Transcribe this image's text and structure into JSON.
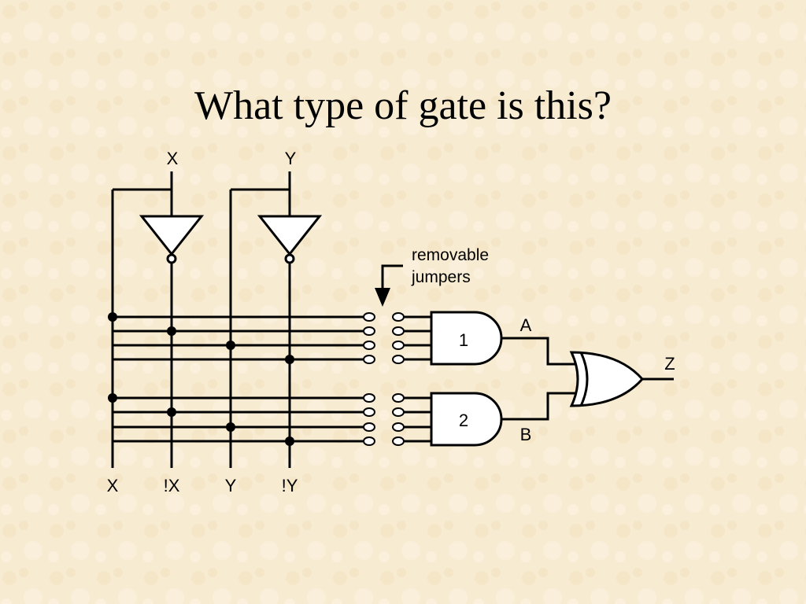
{
  "slide": {
    "title": "What type of gate is this?"
  },
  "diagram": {
    "inputs_top": {
      "x": "X",
      "y": "Y"
    },
    "rails_bottom": {
      "x": "X",
      "not_x": "!X",
      "y": "Y",
      "not_y": "!Y"
    },
    "jumpers_label": {
      "line1": "removable",
      "line2": "jumpers"
    },
    "and_gate_1": "1",
    "and_gate_2": "2",
    "node_a": "A",
    "node_b": "B",
    "output": "Z"
  }
}
